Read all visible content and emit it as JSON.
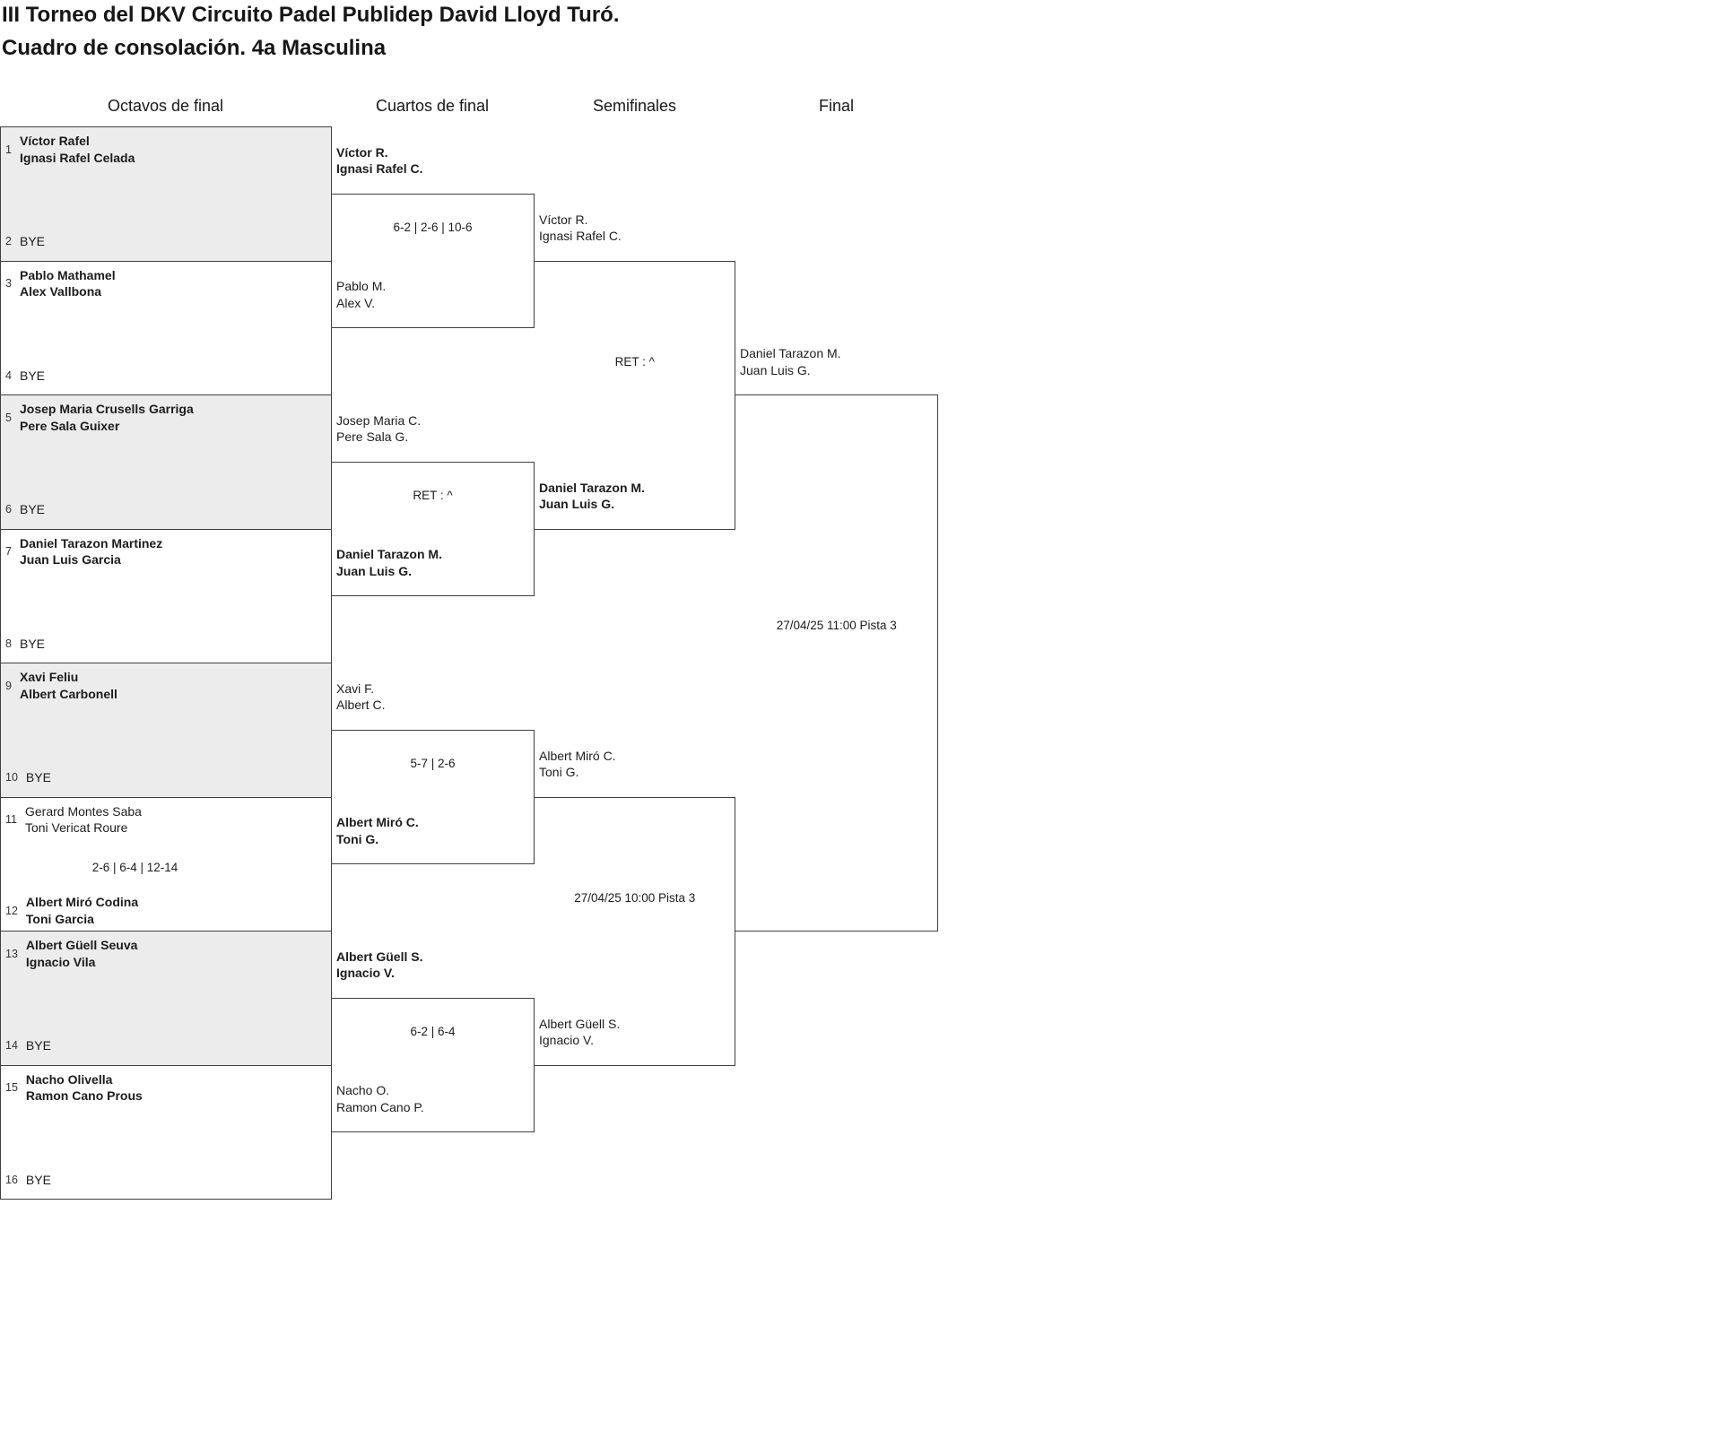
{
  "title": {
    "line1": "III Torneo del DKV Circuito Padel Publidep David Lloyd Turó.",
    "line2": "Cuadro de consolación. 4a Masculina"
  },
  "rounds": {
    "r1": "Octavos de final",
    "r2": "Cuartos de final",
    "r3": "Semifinales",
    "r4": "Final"
  },
  "colors": {
    "shaded_box": "#ececec",
    "border": "#3f3f3f",
    "text": "#1c1c1c"
  },
  "octavos": [
    {
      "shaded": true,
      "score": "",
      "top": {
        "seed": "1",
        "lines": [
          "Víctor Rafel",
          "Ignasi Rafel Celada"
        ],
        "winner": true
      },
      "bottom": {
        "seed": "2",
        "lines": [
          "BYE"
        ],
        "winner": false
      }
    },
    {
      "shaded": false,
      "score": "",
      "top": {
        "seed": "3",
        "lines": [
          "Pablo Mathamel",
          "Alex Vallbona"
        ],
        "winner": true
      },
      "bottom": {
        "seed": "4",
        "lines": [
          "BYE"
        ],
        "winner": false
      }
    },
    {
      "shaded": true,
      "score": "",
      "top": {
        "seed": "5",
        "lines": [
          "Josep Maria Crusells Garriga",
          "Pere Sala Guixer"
        ],
        "winner": true
      },
      "bottom": {
        "seed": "6",
        "lines": [
          "BYE"
        ],
        "winner": false
      }
    },
    {
      "shaded": false,
      "score": "",
      "top": {
        "seed": "7",
        "lines": [
          "Daniel Tarazon Martinez",
          "Juan Luis Garcia"
        ],
        "winner": true
      },
      "bottom": {
        "seed": "8",
        "lines": [
          "BYE"
        ],
        "winner": false
      }
    },
    {
      "shaded": true,
      "score": "",
      "top": {
        "seed": "9",
        "lines": [
          "Xavi Feliu",
          "Albert Carbonell"
        ],
        "winner": true
      },
      "bottom": {
        "seed": "10",
        "lines": [
          "BYE"
        ],
        "winner": false
      }
    },
    {
      "shaded": false,
      "score": "2-6 | 6-4 | 12-14",
      "top": {
        "seed": "11",
        "lines": [
          "Gerard Montes Saba",
          "Toni Vericat Roure"
        ],
        "winner": false
      },
      "bottom": {
        "seed": "12",
        "lines": [
          "Albert Miró Codina",
          "Toni Garcia"
        ],
        "winner": true
      }
    },
    {
      "shaded": true,
      "score": "",
      "top": {
        "seed": "13",
        "lines": [
          "Albert Güell Seuva",
          "Ignacio Vila"
        ],
        "winner": true
      },
      "bottom": {
        "seed": "14",
        "lines": [
          "BYE"
        ],
        "winner": false
      }
    },
    {
      "shaded": false,
      "score": "",
      "top": {
        "seed": "15",
        "lines": [
          "Nacho Olivella",
          "Ramon Cano Prous"
        ],
        "winner": true
      },
      "bottom": {
        "seed": "16",
        "lines": [
          "BYE"
        ],
        "winner": false
      }
    }
  ],
  "cuartos": [
    {
      "score": "6-2 | 2-6 | 10-6",
      "top": {
        "lines": [
          "Víctor R.",
          "Ignasi Rafel C."
        ],
        "winner": true
      },
      "bottom": {
        "lines": [
          "Pablo M.",
          "Alex V."
        ],
        "winner": false
      }
    },
    {
      "score": "RET : ^",
      "top": {
        "lines": [
          "Josep Maria C.",
          "Pere Sala G."
        ],
        "winner": false
      },
      "bottom": {
        "lines": [
          "Daniel Tarazon M.",
          "Juan Luis G."
        ],
        "winner": true
      }
    },
    {
      "score": "5-7 | 2-6",
      "top": {
        "lines": [
          "Xavi F.",
          "Albert C."
        ],
        "winner": false
      },
      "bottom": {
        "lines": [
          "Albert Miró C.",
          "Toni G."
        ],
        "winner": true
      }
    },
    {
      "score": "6-2 | 6-4",
      "top": {
        "lines": [
          "Albert Güell S.",
          "Ignacio V."
        ],
        "winner": true
      },
      "bottom": {
        "lines": [
          "Nacho O.",
          "Ramon Cano P."
        ],
        "winner": false
      }
    }
  ],
  "semifinales": [
    {
      "score": "RET : ^",
      "top": {
        "lines": [
          "Víctor R.",
          "Ignasi Rafel C."
        ],
        "winner": false
      },
      "bottom": {
        "lines": [
          "Daniel Tarazon M.",
          "Juan Luis G."
        ],
        "winner": true
      }
    },
    {
      "score": "27/04/25 10:00 Pista 3",
      "top": {
        "lines": [
          "Albert Miró C.",
          "Toni G."
        ],
        "winner": false
      },
      "bottom": {
        "lines": [
          "Albert Güell S.",
          "Ignacio V."
        ],
        "winner": false
      }
    }
  ],
  "final": {
    "score": "27/04/25 11:00 Pista 3",
    "top": {
      "lines": [
        "Daniel Tarazon M.",
        "Juan Luis G."
      ],
      "winner": false
    }
  }
}
